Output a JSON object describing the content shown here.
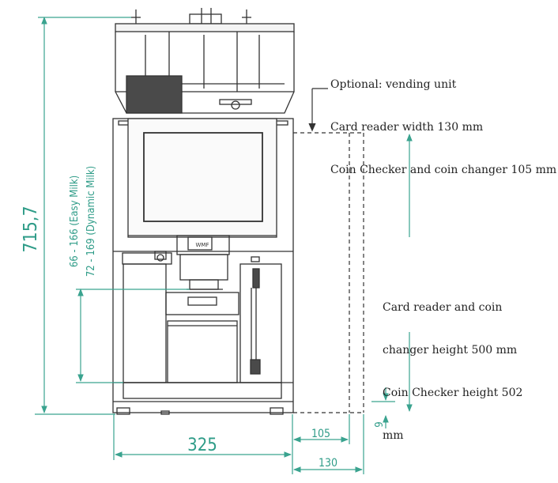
{
  "colors": {
    "dimension": "#3aa38f",
    "machine": "#333333",
    "vending": "#333333"
  },
  "dimensions": {
    "total_height": "715,7",
    "spout_easy_milk": "66 - 166  (Easy Milk)",
    "spout_dynamic_milk": "72 - 169  (Dynamic Milk)",
    "machine_width": "325",
    "coin_unit_width": "105",
    "card_reader_width": "130",
    "foot_height": "9"
  },
  "notes": {
    "vending_unit": [
      "Optional: vending unit",
      "Card reader width 130 mm",
      "Coin Checker and coin changer 105 mm"
    ],
    "height": [
      "Card reader and coin",
      "changer height 500 mm",
      "Coin Checker height 502",
      "mm"
    ]
  },
  "machine": {
    "logo": "WMF"
  }
}
